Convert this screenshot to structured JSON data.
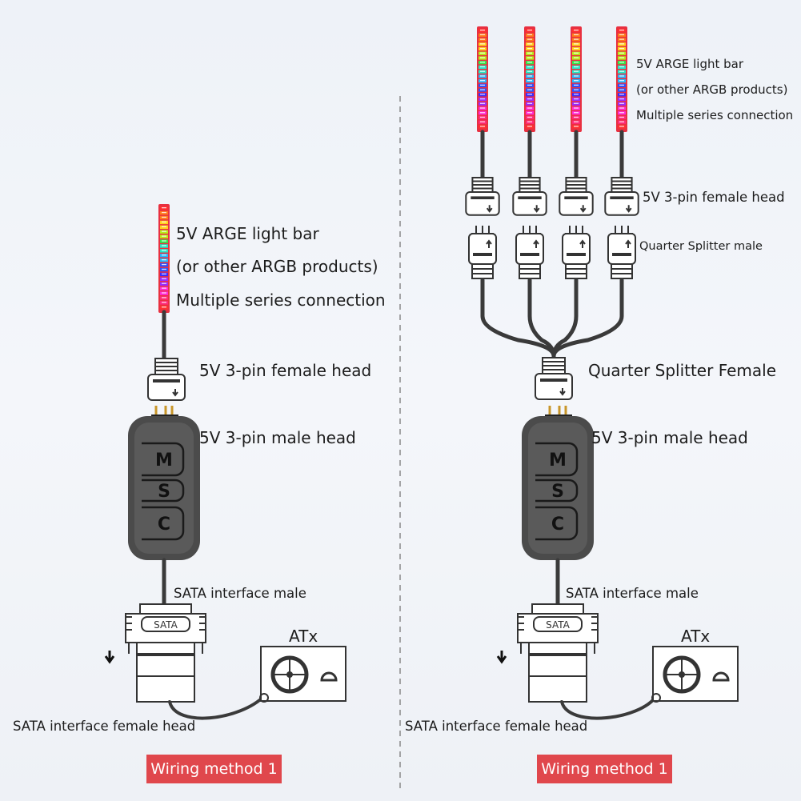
{
  "left": {
    "light_bar_lines": [
      "5V ARGE light bar",
      "(or other ARGB products)",
      "Multiple series connection"
    ],
    "female_head": "5V 3-pin female head",
    "male_head": "5V 3-pin male head",
    "sata_male": "SATA interface male",
    "sata_female": "SATA interface female head",
    "atx": "ATx",
    "sata_tag": "SATA",
    "buttons": [
      "M",
      "S",
      "C"
    ],
    "badge": "Wiring method 1"
  },
  "right": {
    "light_bar_lines": [
      "5V ARGE light bar",
      "(or other ARGB products)",
      "Multiple series connection"
    ],
    "female_head": "5V 3-pin female head",
    "splitter_male": "Quarter Splitter male",
    "splitter_female": "Quarter Splitter Female",
    "male_head": "5V 3-pin male head",
    "sata_male": "SATA interface male",
    "sata_female": "SATA interface female head",
    "atx": "ATx",
    "sata_tag": "SATA",
    "buttons": [
      "M",
      "S",
      "C"
    ],
    "badge": "Wiring method 1"
  },
  "colors": {
    "badge": "#e0474c",
    "controller": "#4b4b4b",
    "cable": "#3a3a3a",
    "rainbow": [
      "#ff3030",
      "#ff7a1a",
      "#ffd21a",
      "#b6f01a",
      "#2ee84a",
      "#22e8c8",
      "#22b8ff",
      "#2a50ff",
      "#3a2aff",
      "#9a2aff",
      "#ff2ad8",
      "#ff2a7a",
      "#ff3030"
    ]
  }
}
